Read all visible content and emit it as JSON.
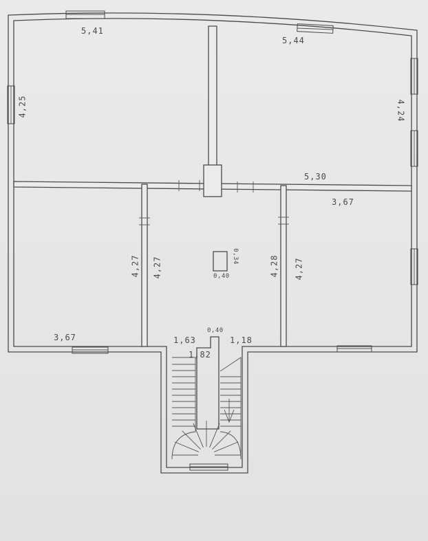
{
  "plan": {
    "rooms": [
      {
        "id": "top-left",
        "width": "5,41",
        "height": "4,25"
      },
      {
        "id": "top-right",
        "width": "5,44",
        "height": "4,24"
      },
      {
        "id": "bottom-left",
        "width": "3,67",
        "height": "4,27"
      },
      {
        "id": "hall",
        "width": "5,30",
        "height": "4,27"
      },
      {
        "id": "bottom-right",
        "width": "3,67",
        "height": "4,28",
        "height_right": "4,27"
      }
    ],
    "chimney": {
      "width": "0,40",
      "depth": "0,34"
    },
    "stair": {
      "left": "1,63",
      "right": "1,18",
      "width": "1,82",
      "gap": "0,40"
    }
  }
}
